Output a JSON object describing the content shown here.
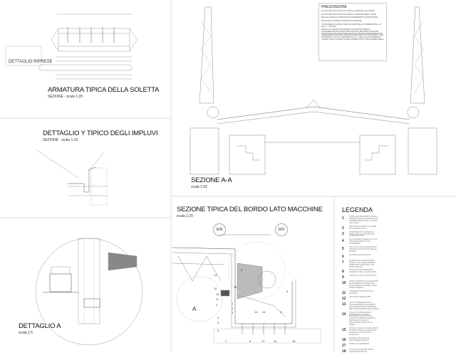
{
  "panels": {
    "armatura": {
      "title": "ARMATURA TIPICA DELLA SOLETTA",
      "subtitle": "SEZIONE - scala 1:20",
      "detail_label": "DETTAGLIO RIPRESE"
    },
    "impluvi": {
      "title": "DETTAGLIO Y TIPICO DEGLI IMPLUVI",
      "subtitle": "SEZIONE - scala 1:10"
    },
    "dettaglio_a": {
      "title": "DETTAGLIO A",
      "subtitle": "scala 1:5"
    },
    "sezione_aa": {
      "title": "SEZIONE A-A",
      "subtitle": "scala 1:50"
    },
    "bordo": {
      "title": "SEZIONE TIPICA DEL BORDO LATO MACCHINE",
      "subtitle": "scala 1:20",
      "axis_left": "E/N",
      "axis_right": "D/O",
      "detail_ref": "A",
      "callouts": [
        "13",
        "3",
        "12",
        "16",
        "11",
        "2",
        "1",
        "2",
        "3",
        "15",
        "13",
        "14",
        "9",
        "4",
        "5",
        "6",
        "7",
        "8",
        "17",
        "10",
        "18",
        "3"
      ]
    }
  },
  "prescrizioni": {
    "title": "PRESCRIZIONI",
    "items": [
      "ACCIAIO PER STRUTTURE CON PROFILO A SEZIONE CAVA: S355JH",
      "ACCIAIO PER STRUTTURE CON PROFILO A SEZIONE APERTA: S355J2",
      "BULLONI CLASSE 10.9 PRECARICATI IN RIFERIMENTO A EUROCODICE3",
      "SALDATURE A COMPLETO RIPRISTINO DI SEZIONE",
      "CONGLOMERATO A BASE DI PERLITE: RESISTENZA A COMPRESSIONE ≥ 2.5 MPa; λ ≤ 0.08 W/mK",
      "EVENTUALI ULTERIORI IRRIGIDIMENTI ED EQUIPAGGIAMENTI COMPLEMENTARI DELLE PARTI MECCANICHE E NEI DIRETTI RACCORDI STRUTTURALI DELLE PARTI MECCANICHE DOVRANNO ESSERE IDENTIFICATI E DIMENSIONATI IN FASE DI PROGETTAZIONE ESECUTIVA DI MONTANTI, LEVE, CONNESSIONI, MOTORI, TRASMISSIONI, ETC., QUELLO CHE SI ESPRIME IN QUESTE TAVOLE VA INTESO COME UN MINIMO STRUTTURALE INDEROGABILE"
    ]
  },
  "legenda": {
    "title": "LEGENDA",
    "items": [
      {
        "n": "1",
        "text": "DOPPIA GUARNIZIONE CILINDRICA RESISTENTE ALLE AZIONI ED ALTE TEMPERATURE POSATA AL VETRO CELLULARE"
      },
      {
        "n": "2",
        "text": "ISOLANTE IN VETRO CELLULARE TIPO \"FOAMGLAS T4\""
      },
      {
        "n": "3",
        "text": "RIVESTIMENTO IN LAMIERA DI RAME PIEGATA GIUNTATA TIPO \"AGGRAFFATURA\""
      },
      {
        "n": "4",
        "text": "ALLOGGIAMENTO ESEGUITO CON RESINA EPOSSIDICA TIPO CONCRESIVE"
      },
      {
        "n": "5",
        "text": "TUBI IN PVC DI PROTEZIONE E DI APPOGGIO PROVVISORIO DELLE ASSISE"
      },
      {
        "n": "6",
        "text": "PIASTRE DI ANCORAGGIO"
      },
      {
        "n": "7",
        "text": "MASSETTO IN CALCESTRUZZO ARMATO TIPO CONGLOMERATO CEMENTIZIO ADDITIVATO CON BASE A PERLITE"
      },
      {
        "n": "8",
        "text": "ACCIAIO DI PRECOMPRESSO ANNEGATO NEL CALCESTRUZZO"
      },
      {
        "n": "9",
        "text": "ASOLE DI ACCIAIO CON BOTTONI"
      },
      {
        "n": "10",
        "text": "GETTO DI BASE IN CALCESTRUZZO ALLEGGERITO CON PERLITE A BASE DI RESINA ESPANSA DI TIPO CONGLOMERATO"
      },
      {
        "n": "11",
        "text": "APPARECCHIO DI APPOGGIO ELASTICO"
      },
      {
        "n": "12",
        "text": "STRUTTURA RETICOLARE"
      },
      {
        "n": "13",
        "text": "GETTO DI RIEMPIMENTO IN CALCESTRUZZO ALLEGGERITO CON FORMAZIONE DI PENDENZA PER L'EVACUAZIONE DELLE ACQUE"
      },
      {
        "n": "14",
        "text": "STRATO DI PROTEZIONE E IMPERMEABILIZZAZIONE REALIZZATO CON STRATI DI GUAINA BITUMINOSA ARMATA E IMPREGNATA A BASE DI POLIURETANO ESEGUITO IN OPERA"
      },
      {
        "n": "15",
        "text": "PROFILO IN LEGNO LAMELLARE DI SUPPORTO DELLE GUARNIZIONI FISSATO ALLA STRUTTURA METALLICA"
      },
      {
        "n": "16",
        "text": "PANNELLO ISOLANTE IN POLISTIRENE ESTRUSO"
      },
      {
        "n": "17",
        "text": "RAME DI SCORRIMENTO"
      },
      {
        "n": "18",
        "text": "PLUVIALE DI SCARICO DELLE ACQUE METEORICHE"
      }
    ]
  }
}
